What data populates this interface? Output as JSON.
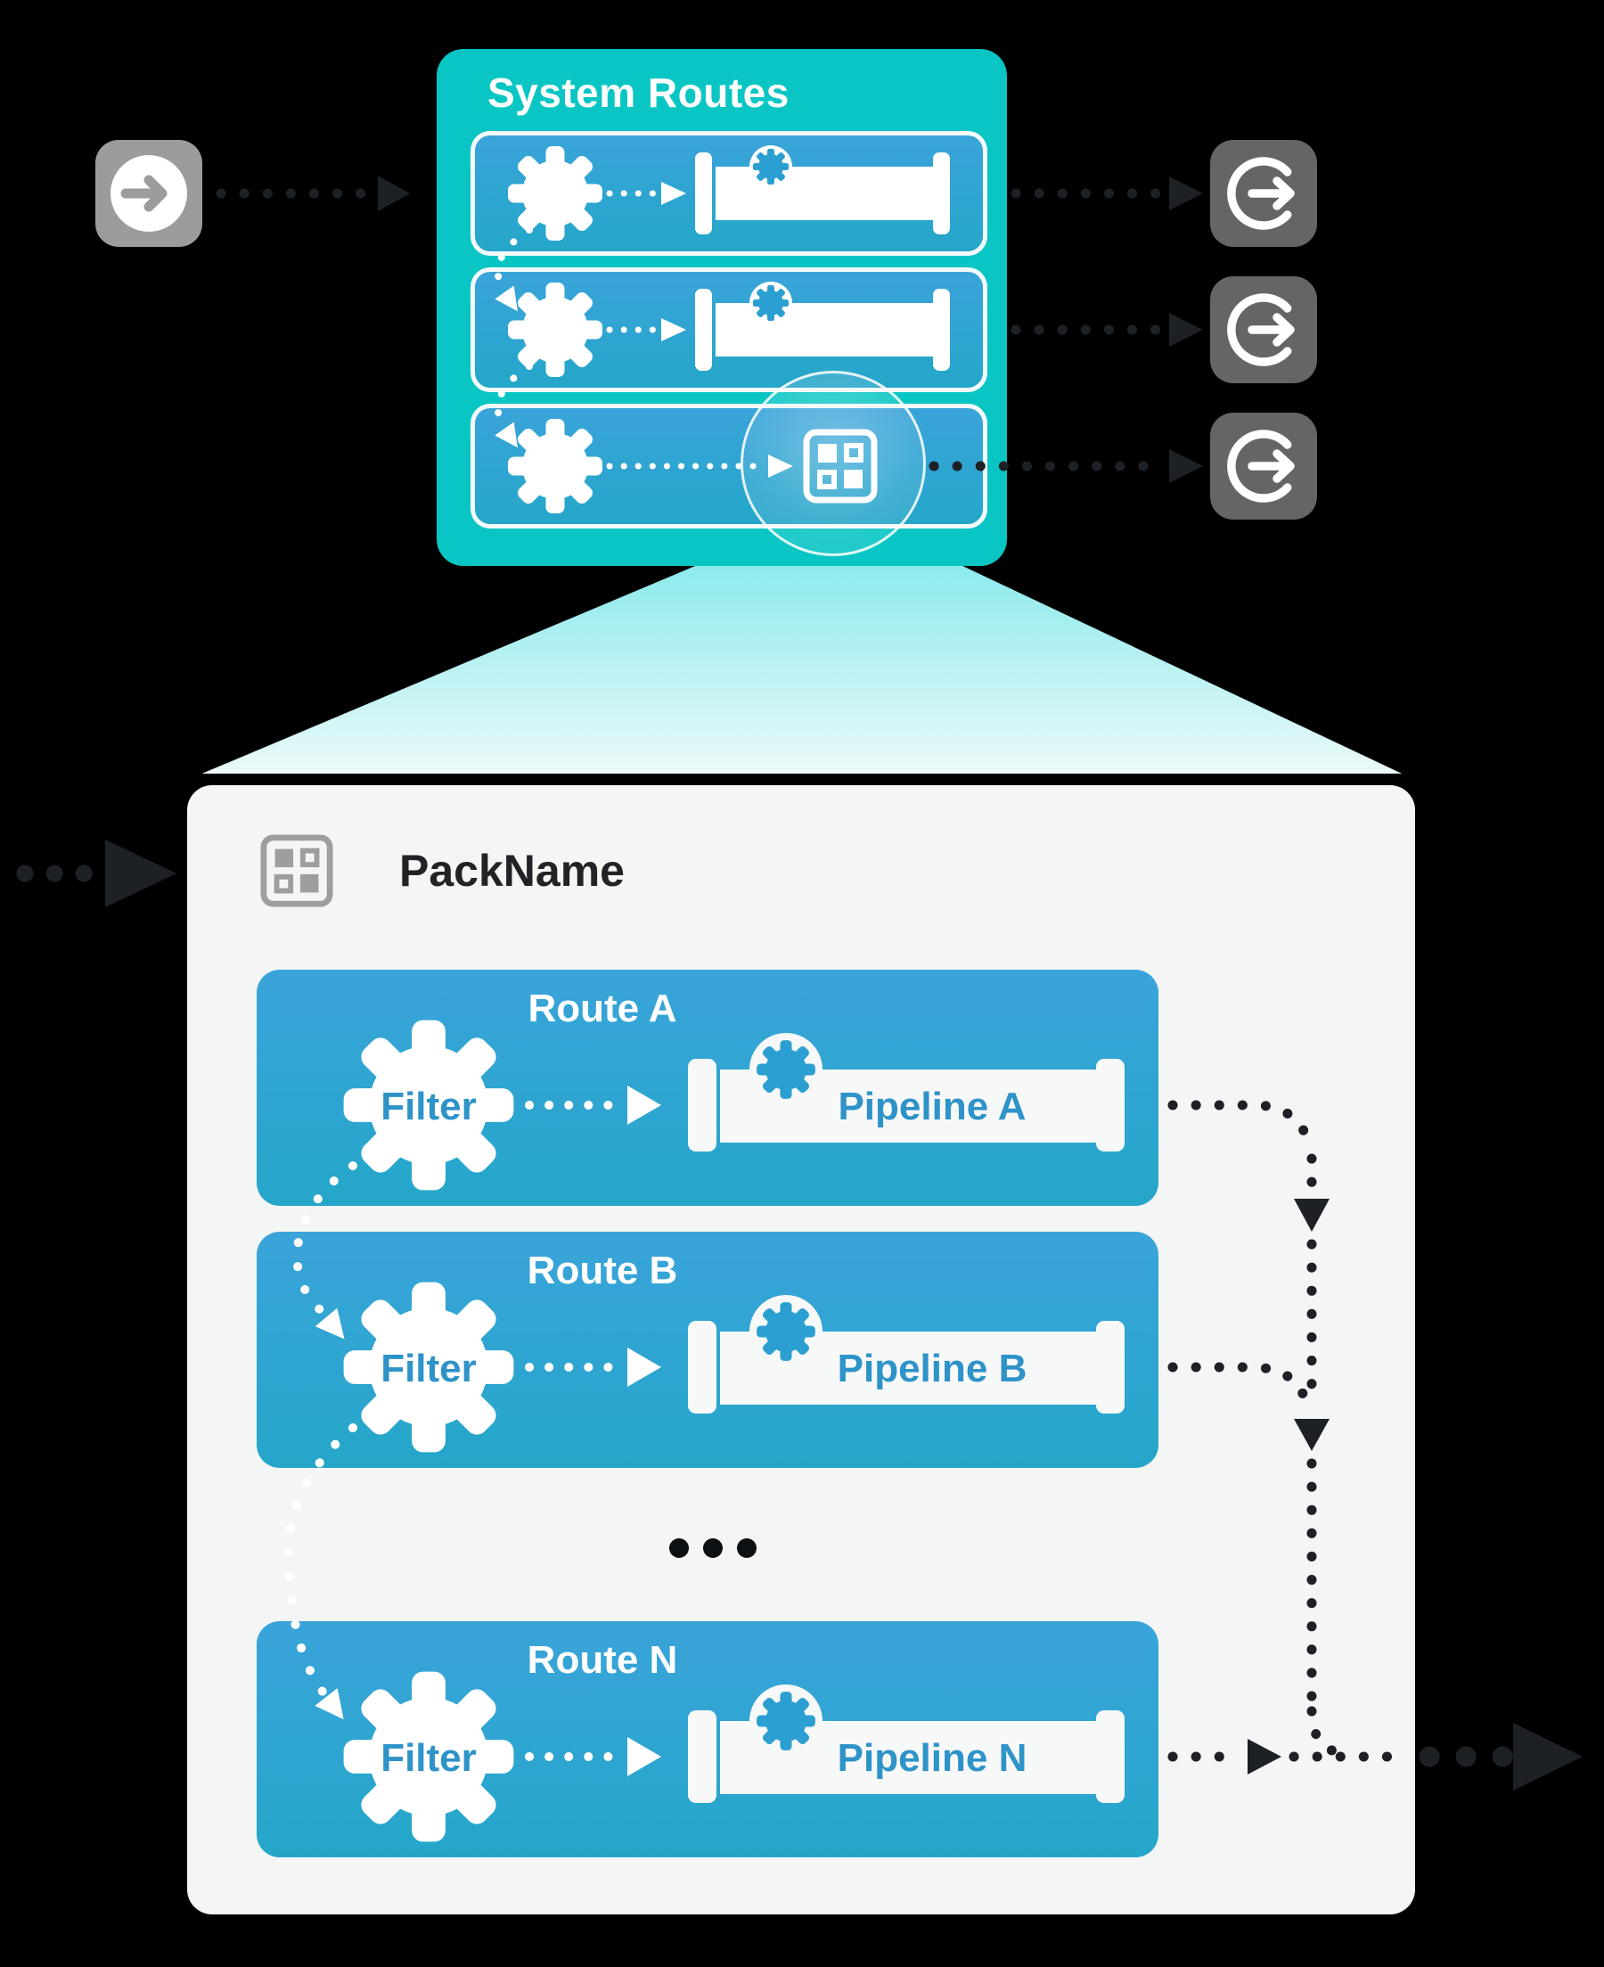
{
  "system_box": {
    "title": "System Routes",
    "rows": [
      {
        "name": "system-route-1",
        "content": [
          "gear-icon",
          "dotted-arrow",
          "pipeline-icon"
        ]
      },
      {
        "name": "system-route-2",
        "content": [
          "gear-icon",
          "dotted-arrow",
          "pipeline-icon"
        ]
      },
      {
        "name": "system-route-3",
        "content": [
          "gear-icon",
          "dotted-arrow",
          "pack-grid-icon"
        ],
        "highlight": "magnifier-circle"
      }
    ]
  },
  "io": {
    "input_icon": "login-arrow-icon",
    "output_icons": [
      "logout-arrow-icon",
      "logout-arrow-icon",
      "logout-arrow-icon"
    ]
  },
  "pack_panel": {
    "icon": "pack-grid-icon",
    "name": "PackName",
    "routes": [
      {
        "title": "Route A",
        "filter_label": "Filter",
        "pipeline_label": "Pipeline A"
      },
      {
        "title": "Route B",
        "filter_label": "Filter",
        "pipeline_label": "Pipeline B"
      },
      {
        "title": "Route N",
        "filter_label": "Filter",
        "pipeline_label": "Pipeline N"
      }
    ],
    "more_routes_indicator": "ellipsis-icon"
  },
  "colors": {
    "background": "#000000",
    "teal_box": "#09c6c4",
    "route_blue_top": "#3aa4da",
    "route_blue_bottom": "#24a6c9",
    "panel_bg": "#f4f5f5",
    "accent_blue_text": "#2e93c8",
    "badge_gear_blue": "#2b9fd2",
    "input_icon_gray": "#9c9c9c",
    "output_icon_gray": "#656565",
    "panel_icon_gray": "#9e9e9e",
    "dark_connector": "#1d2126",
    "beam_top": "#7ee8ea",
    "beam_bottom": "#eefafa",
    "title_dark": "#212327"
  }
}
